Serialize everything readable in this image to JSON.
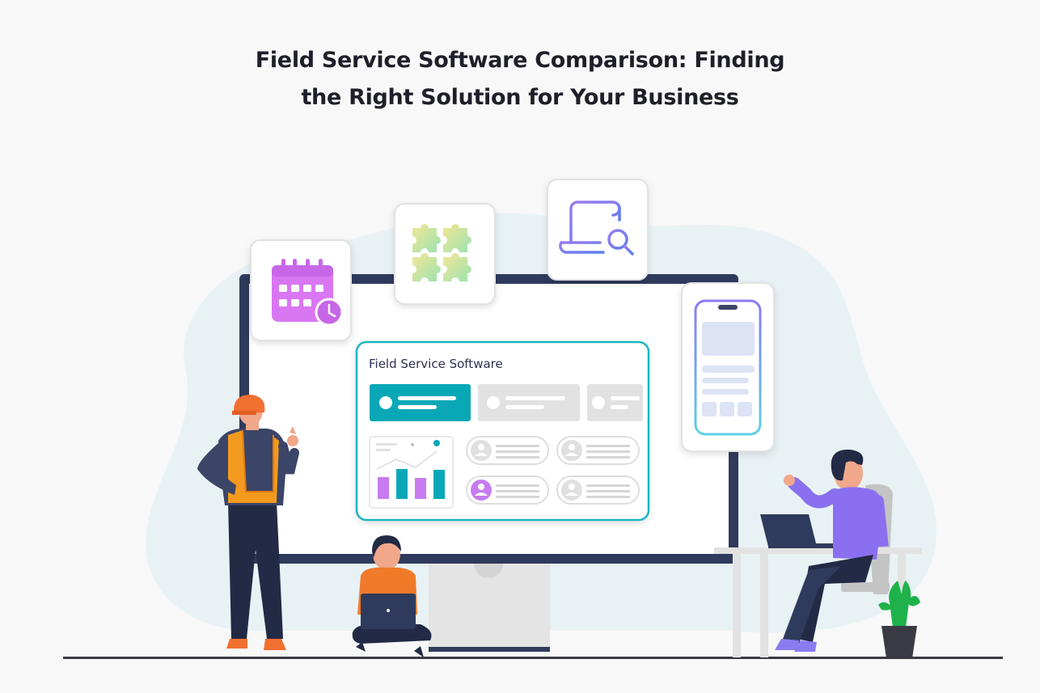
{
  "heading": {
    "line1": "Field Service Software Comparison: Finding",
    "line2": "the Right Solution for Your Business"
  },
  "dashboard": {
    "title": "Field Service Software"
  },
  "colors": {
    "background": "#f8f8f8",
    "blob": "#e8f2f5",
    "monitor_frame": "#2f3b5c",
    "teal": "#0aa8b7",
    "purple": "#c67cf0",
    "violet": "#8a70f0",
    "orange": "#f39a1e",
    "ground": "#3a3a44"
  },
  "cards": {
    "calendar": {
      "icon": "calendar-clock-icon"
    },
    "puzzle": {
      "icon": "puzzle-grid-icon"
    },
    "document": {
      "icon": "document-search-icon"
    },
    "phone": {
      "icon": "mobile-app-icon"
    }
  },
  "figures": [
    "technician-worker",
    "person-with-laptop-sitting",
    "person-at-desk"
  ]
}
